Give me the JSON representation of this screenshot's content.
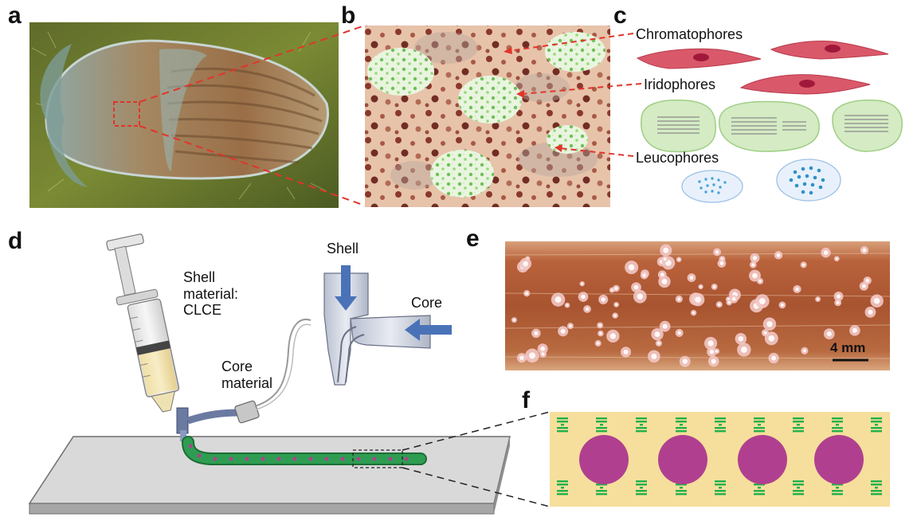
{
  "panels": {
    "a": "a",
    "b": "b",
    "c": "c",
    "d": "d",
    "e": "e",
    "f": "f"
  },
  "cell_types": {
    "chromatophores": "Chromatophores",
    "iridophores": "Iridophores",
    "leucophores": "Leucophores"
  },
  "syringe": {
    "shell_label_line1": "Shell",
    "shell_label_line2": "material:",
    "shell_label_line3": "CLCE",
    "core_label_line1": "Core",
    "core_label_line2": "material"
  },
  "nozzle": {
    "shell": "Shell",
    "core": "Core"
  },
  "fiber_photo": {
    "scale_bar": "4 mm"
  },
  "colors": {
    "chromatophore": "#d9596a",
    "iridophore": "#d4ebc4",
    "leucophore": "#e8f1fb",
    "fiber_green": "#2e9d52",
    "core_magenta": "#b0408f",
    "liquid_crystal": "#22b14c",
    "shell_bg": "#f6df9c",
    "arrow_blue": "#4a72b8",
    "leader_red": "#e0352b"
  }
}
